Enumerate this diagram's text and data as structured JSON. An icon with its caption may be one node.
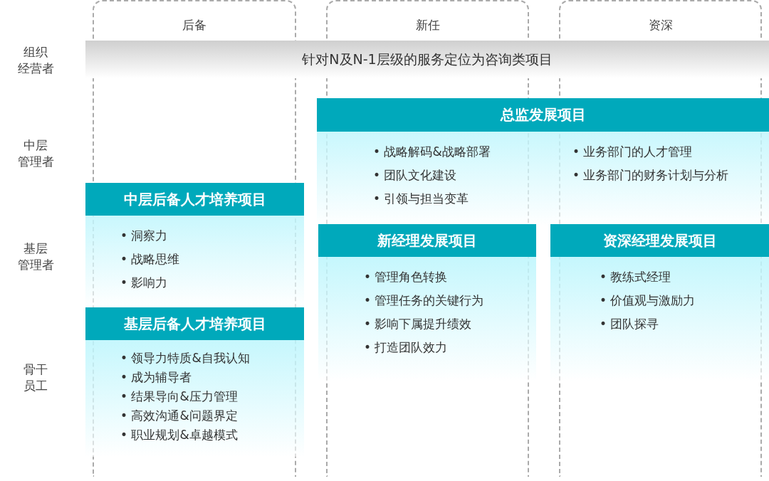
{
  "diagram": {
    "nodes": [
      {
        "text": [
          "后备"
        ]
      },
      {
        "text": [
          "新任"
        ]
      },
      {
        "text": [
          "资深"
        ]
      },
      {
        "text": [
          "针对N及N-1层级的服务定位为咨询类项目"
        ]
      },
      {
        "text": [
          "总监发展项目",
          "• 战略解码&战略部署",
          "• 团队文化建设",
          "• 引领与担当变革",
          "• 业务部门的人才管理",
          "• 业务部门的财务计划与分析"
        ]
      },
      {
        "text": [
          "中层后备人才培养项目",
          "• 洞察力",
          "• 战略思维",
          "• 影响力"
        ]
      },
      {
        "text": [
          "新经理发展项目",
          "• 管理角色转换",
          "• 管理任务的关键行为",
          "• 影响下属提升绩效",
          "• 打造团队效力"
        ]
      },
      {
        "text": [
          "资深经理发展项目",
          "• 教练式经理",
          "• 价值观与激励力",
          "• 团队探寻"
        ]
      },
      {
        "text": [
          "基层后备人才培养项目",
          "• 领导力特质&自我认知",
          "• 成为辅导者",
          "• 结果导向&压力管理",
          "• 高效沟通&问题界定",
          "• 职业规划&卓越模式"
        ]
      }
    ],
    "labels": [
      "组织经营者",
      "中层管理者",
      "基层管理者",
      "骨干员工"
    ]
  }
}
